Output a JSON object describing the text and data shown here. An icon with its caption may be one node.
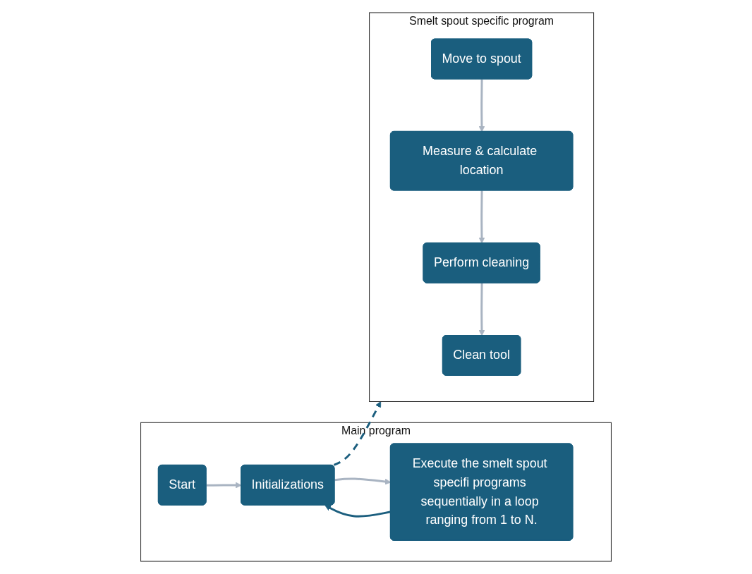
{
  "diagram": {
    "nodes": [
      {
        "text": [
          "Main program"
        ]
      },
      {
        "text": [
          "Start"
        ],
        "in": 0
      },
      {
        "text": [
          "Initializations"
        ],
        "in": 0
      },
      {
        "text": [
          "Execute the smelt spout specifi programs sequentially in a loop ranging from 1 to N."
        ],
        "in": 0
      },
      {
        "text": [
          "Smelt spout specific program"
        ]
      },
      {
        "text": [
          "Move to spout"
        ],
        "in": 4
      },
      {
        "text": [
          "Measure & calculate location"
        ],
        "in": 4
      },
      {
        "text": [
          "Perform cleaning"
        ],
        "in": 4
      },
      {
        "text": [
          "Clean tool"
        ],
        "in": 4
      }
    ],
    "edges": [
      {
        "from": 1,
        "to": 2,
        "arrow": "to"
      },
      {
        "from": 2,
        "to": 3,
        "arrow": "to"
      },
      {
        "from": 3,
        "to": 2,
        "arrow": "to",
        "color": "#1b5e7e"
      },
      {
        "from": 2,
        "to": 4,
        "arrow": "to",
        "style": "dashed",
        "color": "#1b5e7e"
      },
      {
        "from": 5,
        "to": 6,
        "arrow": "to"
      },
      {
        "from": 6,
        "to": 7,
        "arrow": "to"
      },
      {
        "from": 7,
        "to": 8,
        "arrow": "to"
      }
    ]
  }
}
